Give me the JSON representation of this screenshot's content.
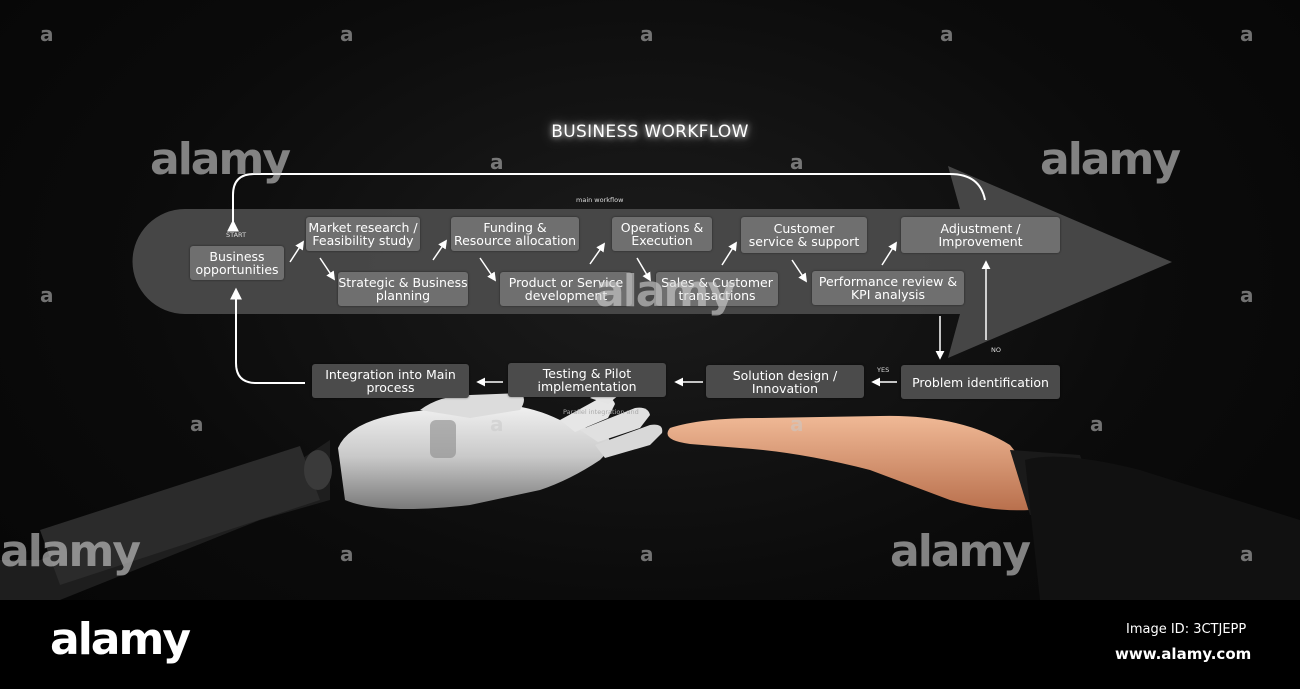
{
  "title": "BUSINESS WORKFLOW",
  "labels": {
    "main_workflow": "main workflow",
    "start": "START",
    "yes": "YES",
    "no": "NO",
    "parallel": "Parallel integration and"
  },
  "steps": {
    "business_opportunities": "Business\nopportunities",
    "market_research": "Market research /\nFeasibility study",
    "strategic_planning": "Strategic & Business\nplanning",
    "funding": "Funding &\nResource allocation",
    "product_dev": "Product or Service\ndevelopment",
    "operations": "Operations &\nExecution",
    "sales": "Sales & Customer\ntransactions",
    "customer_service": "Customer\nservice & support",
    "performance_review": "Performance review &\nKPI analysis",
    "adjustment": "Adjustment /\nImprovement",
    "problem_identification": "Problem identification",
    "solution_design": "Solution design /\nInnovation",
    "testing": "Testing & Pilot\nimplementation",
    "integration": "Integration into Main\nprocess"
  },
  "watermark": {
    "word": "alamy",
    "letter": "a"
  },
  "footer": {
    "logo": "alamy",
    "image_id": "Image ID: 3CTJEPP",
    "url": "www.alamy.com"
  }
}
